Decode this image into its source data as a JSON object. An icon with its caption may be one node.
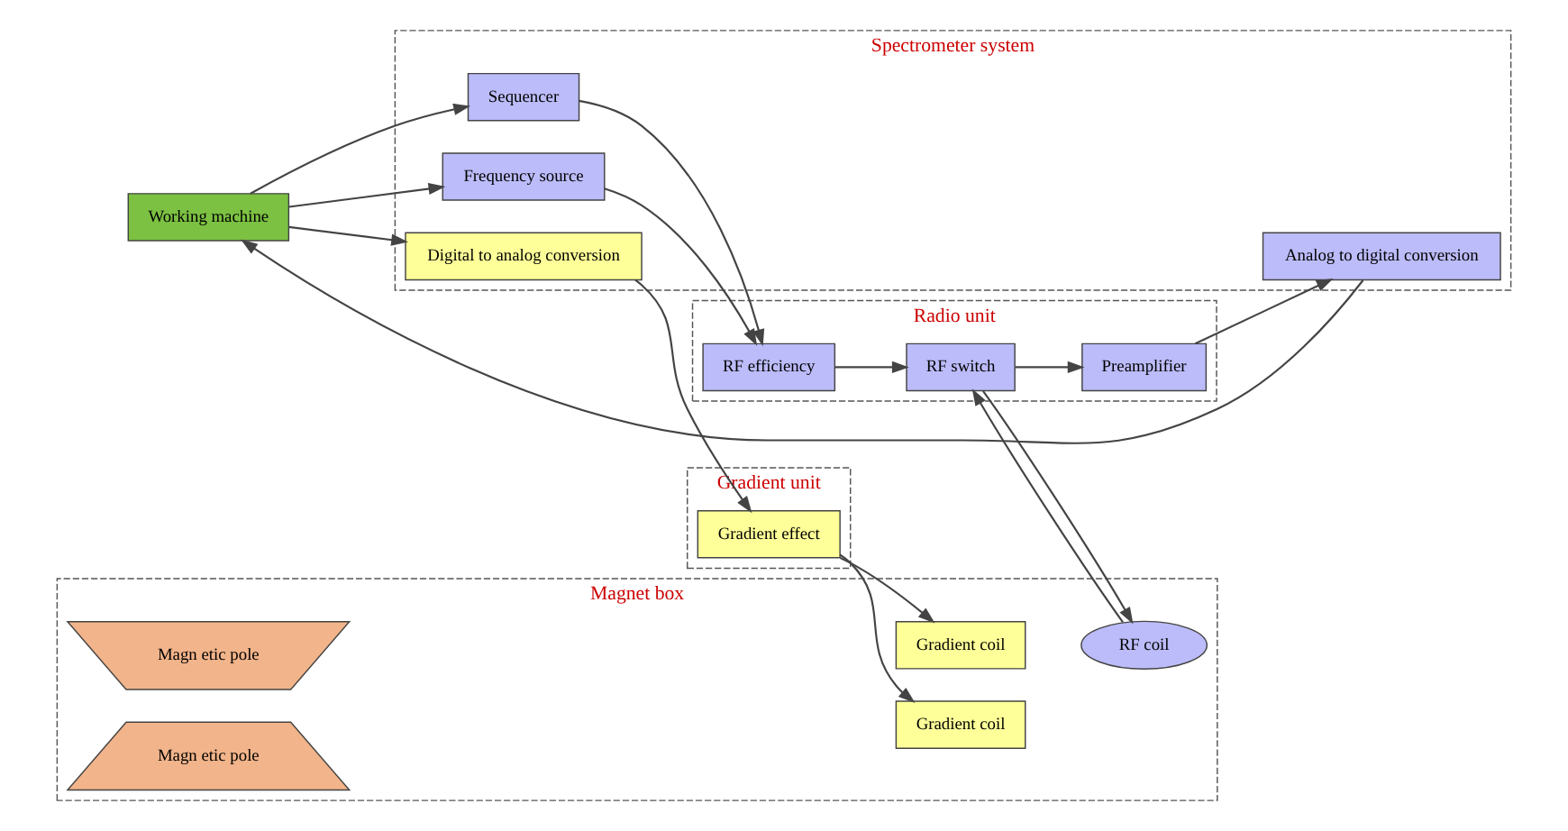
{
  "diagram": {
    "nodes": [
      {
        "text": [
          "Working machine"
        ]
      },
      {
        "text": [
          "Spectrometer system"
        ]
      },
      {
        "text": [
          "Sequencer"
        ],
        "in": 1
      },
      {
        "text": [
          "Frequency source"
        ],
        "in": 1
      },
      {
        "text": [
          "Analog to digital conversion"
        ],
        "in": 1
      },
      {
        "text": [
          "Digital to analog conversion"
        ],
        "in": 1
      },
      {
        "text": [
          "Radio unit"
        ]
      },
      {
        "text": [
          "RF efficiency"
        ],
        "in": 6
      },
      {
        "text": [
          "RF switch"
        ],
        "in": 6
      },
      {
        "text": [
          "Preamplifier"
        ],
        "in": 6
      },
      {
        "text": [
          "Gradient unit"
        ]
      },
      {
        "text": [
          "Gradient effect"
        ],
        "in": 10
      },
      {
        "text": [
          "Magnet box"
        ]
      },
      {
        "text": [
          "Magn etic pole"
        ],
        "in": 12
      },
      {
        "text": [
          "Gradient coil"
        ],
        "in": 12
      },
      {
        "text": [
          "RF coil"
        ],
        "in": 12
      },
      {
        "text": [
          "Gradient coil"
        ],
        "in": 12
      },
      {
        "text": [
          "Magn etic pole"
        ],
        "in": 12
      }
    ],
    "edges": [
      {
        "from": 0,
        "to": 2,
        "arrow": "to"
      },
      {
        "from": 0,
        "to": 3,
        "arrow": "to"
      },
      {
        "from": 4,
        "to": 0,
        "arrow": "to"
      },
      {
        "from": 0,
        "to": 5,
        "arrow": "to"
      },
      {
        "from": 2,
        "to": 7,
        "arrow": "to"
      },
      {
        "from": 3,
        "to": 7,
        "arrow": "to"
      },
      {
        "from": 7,
        "to": 8,
        "arrow": "to"
      },
      {
        "from": 8,
        "to": 9,
        "arrow": "to"
      },
      {
        "from": 9,
        "to": 4,
        "arrow": "to"
      },
      {
        "from": 15,
        "to": 8,
        "arrow": "to"
      },
      {
        "from": 8,
        "to": 15,
        "arrow": "to"
      },
      {
        "from": 5,
        "to": 11,
        "arrow": "to"
      },
      {
        "from": 11,
        "to": 14,
        "arrow": "to"
      },
      {
        "from": 11,
        "to": 16,
        "arrow": "to"
      }
    ]
  }
}
